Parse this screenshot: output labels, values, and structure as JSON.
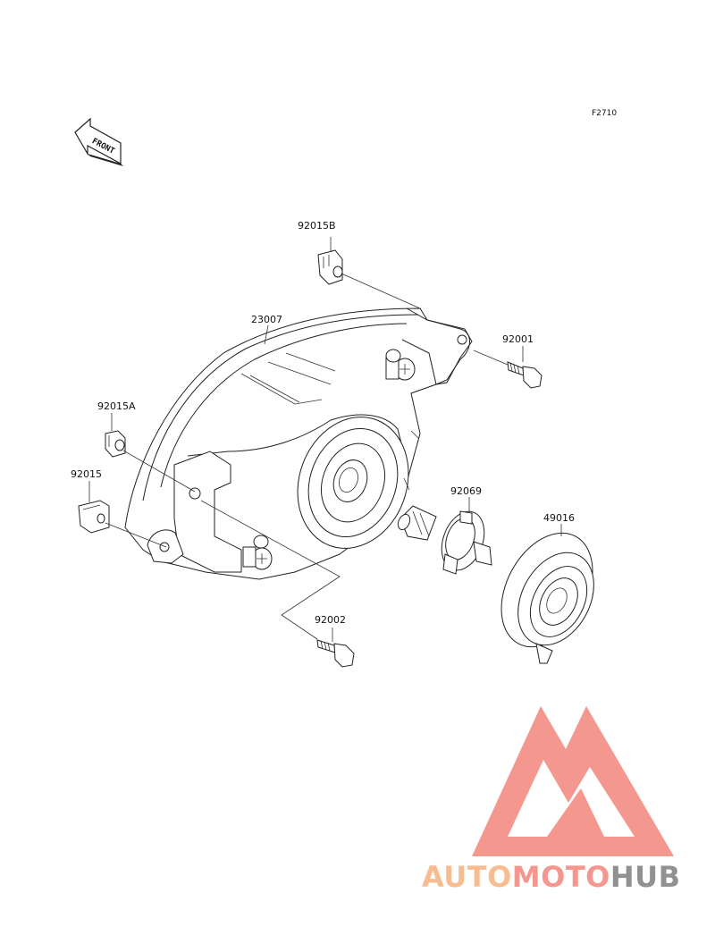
{
  "figure": {
    "code": "F2710",
    "front_marker": "FRONT"
  },
  "parts": [
    {
      "id": "p-92015B",
      "number": "92015B"
    },
    {
      "id": "p-23007",
      "number": "23007"
    },
    {
      "id": "p-92001",
      "number": "92001"
    },
    {
      "id": "p-92015A",
      "number": "92015A"
    },
    {
      "id": "p-92015",
      "number": "92015"
    },
    {
      "id": "p-92069",
      "number": "92069"
    },
    {
      "id": "p-49016",
      "number": "49016"
    },
    {
      "id": "p-92002",
      "number": "92002"
    }
  ],
  "watermark": {
    "word_part1": "AUTO",
    "word_part2": "MOTO",
    "word_part3": "HUB",
    "colors": {
      "logo_triangle": "#f4928a",
      "auto": "#f7b98a",
      "moto": "#f4928a",
      "hub": "#8c8c8c"
    }
  }
}
